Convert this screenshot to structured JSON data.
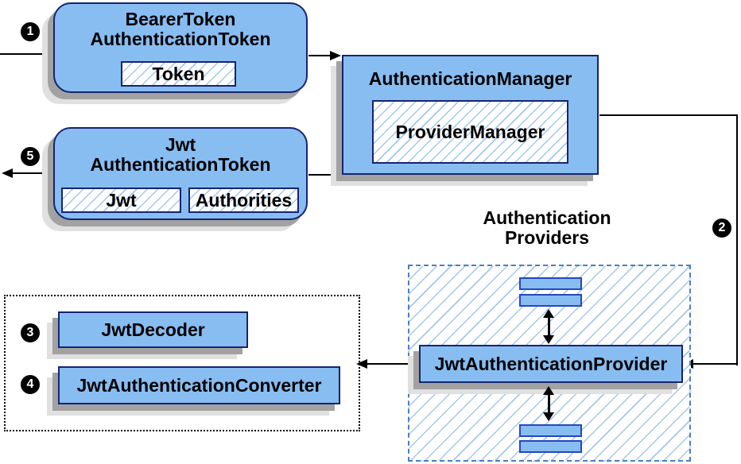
{
  "nodes": {
    "bearer_token": {
      "line1": "BearerToken",
      "line2": "AuthenticationToken",
      "token": "Token"
    },
    "authentication_manager": {
      "title": "AuthenticationManager",
      "provider_manager": "ProviderManager"
    },
    "jwt_authentication_token": {
      "line1": "Jwt",
      "line2": "AuthenticationToken",
      "jwt": "Jwt",
      "authorities": "Authorities"
    },
    "authentication_providers": {
      "label_line1": "Authentication",
      "label_line2": "Providers",
      "provider": "JwtAuthenticationProvider"
    },
    "jwt_decoder": "JwtDecoder",
    "jwt_authentication_converter": "JwtAuthenticationConverter"
  },
  "steps": {
    "one": "1",
    "two": "2",
    "three": "3",
    "four": "4",
    "five": "5"
  },
  "colors": {
    "box_fill": "#88BDF2",
    "box_border": "#16246E",
    "hatch_line": "#A3C7ED",
    "dashed_border": "#4D7EBF",
    "small_rect_border": "#2447C1",
    "shadow_dark": "#A2A2A2",
    "shadow_light": "#E0E0E0",
    "line_color": "#000000",
    "step_badge_bg": "#000000",
    "step_badge_text": "#FFFFFF"
  }
}
